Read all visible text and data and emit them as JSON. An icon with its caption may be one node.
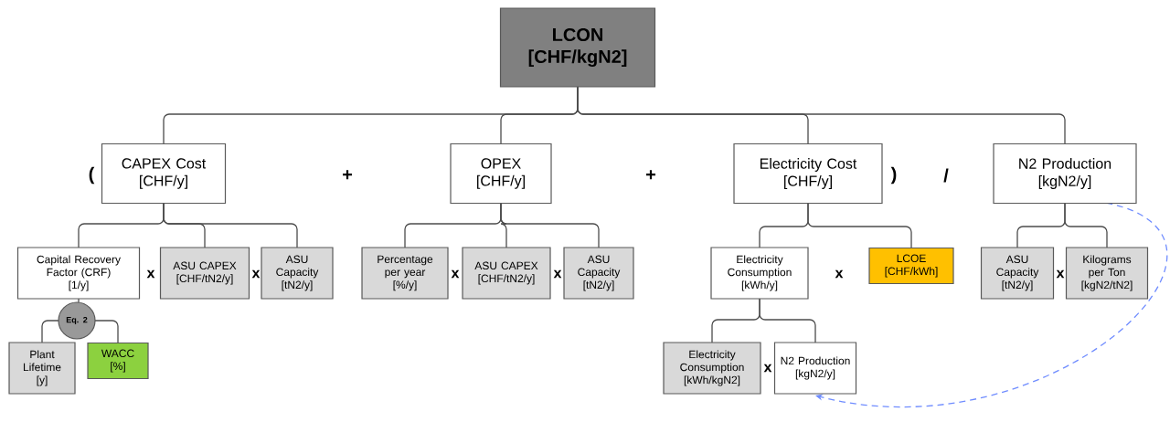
{
  "diagram": {
    "nodes": [
      {
        "text": [
          "LCON",
          "[CHF/kgN2]"
        ]
      },
      {
        "text": [
          "CAPEX Cost",
          "[CHF/y]"
        ]
      },
      {
        "text": [
          "OPEX",
          "[CHF/y]"
        ]
      },
      {
        "text": [
          "Electricity Cost",
          "[CHF/y]"
        ]
      },
      {
        "text": [
          "N2 Production",
          "[kgN2/y]"
        ]
      },
      {
        "text": [
          "Capital Recovery Factor (CRF)",
          "[1/y]"
        ]
      },
      {
        "text": [
          "ASU CAPEX",
          "[CHF/tN2/y]"
        ]
      },
      {
        "text": [
          "ASU Capacity",
          "[tN2/y]"
        ]
      },
      {
        "text": [
          "Eq. 2"
        ]
      },
      {
        "text": [
          "Plant Lifetime",
          "[y]"
        ]
      },
      {
        "text": [
          "WACC",
          "[%]"
        ]
      },
      {
        "text": [
          "Percentage per year",
          "[%/y]"
        ]
      },
      {
        "text": [
          "ASU CAPEX",
          "[CHF/tN2/y]"
        ]
      },
      {
        "text": [
          "ASU Capacity",
          "[tN2/y]"
        ]
      },
      {
        "text": [
          "Electricity Consumption",
          "[kWh/y]"
        ]
      },
      {
        "text": [
          "LCOE",
          "[CHF/kWh]"
        ]
      },
      {
        "text": [
          "ASU Capacity",
          "[tN2/y]"
        ]
      },
      {
        "text": [
          "Kilograms per Ton",
          "[kgN2/tN2]"
        ]
      },
      {
        "text": [
          "Electricity Consumption",
          "[kWh/kgN2]"
        ]
      },
      {
        "text": [
          "N2 Production",
          "[kgN2/y]"
        ]
      }
    ],
    "edges": [
      {
        "from": 0,
        "to": 1,
        "arrow": "none"
      },
      {
        "from": 0,
        "to": 2,
        "arrow": "none"
      },
      {
        "from": 0,
        "to": 3,
        "arrow": "none"
      },
      {
        "from": 0,
        "to": 4,
        "arrow": "none"
      },
      {
        "from": 1,
        "to": 5,
        "arrow": "none"
      },
      {
        "from": 1,
        "to": 6,
        "arrow": "none"
      },
      {
        "from": 1,
        "to": 7,
        "arrow": "none"
      },
      {
        "from": 5,
        "to": 8,
        "arrow": "none"
      },
      {
        "from": 8,
        "to": 9,
        "arrow": "none"
      },
      {
        "from": 8,
        "to": 10,
        "arrow": "none"
      },
      {
        "from": 2,
        "to": 11,
        "arrow": "none"
      },
      {
        "from": 2,
        "to": 12,
        "arrow": "none"
      },
      {
        "from": 2,
        "to": 13,
        "arrow": "none"
      },
      {
        "from": 3,
        "to": 14,
        "arrow": "none"
      },
      {
        "from": 3,
        "to": 15,
        "arrow": "none"
      },
      {
        "from": 14,
        "to": 18,
        "arrow": "none"
      },
      {
        "from": 14,
        "to": 19,
        "arrow": "none"
      },
      {
        "from": 4,
        "to": 16,
        "arrow": "none"
      },
      {
        "from": 4,
        "to": 17,
        "arrow": "none"
      },
      {
        "from": 4,
        "to": 19,
        "arrow": "to",
        "style": "dashed",
        "color": "#6f8cff"
      }
    ],
    "labels": [
      "(",
      "+",
      "+",
      ")",
      "/",
      "x",
      "x",
      "x",
      "x",
      "x",
      "x",
      "x"
    ]
  }
}
